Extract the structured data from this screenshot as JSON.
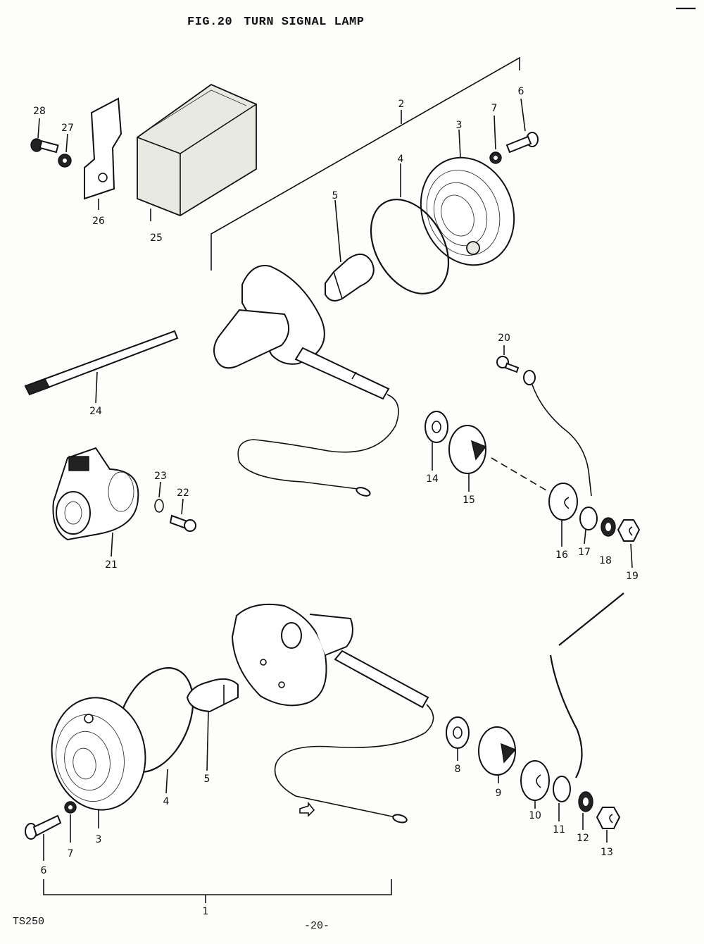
{
  "figure": {
    "fig_number": "FIG.20",
    "title": "TURN SIGNAL LAMP",
    "model": "TS250",
    "page_number": "-20-"
  },
  "callouts": {
    "c1": "1",
    "c2": "2",
    "c3a": "3",
    "c3b": "3",
    "c4a": "4",
    "c4b": "4",
    "c5a": "5",
    "c5b": "5",
    "c6a": "6",
    "c6b": "6",
    "c7a": "7",
    "c7b": "7",
    "c8": "8",
    "c9": "9",
    "c10": "10",
    "c11": "11",
    "c12": "12",
    "c13": "13",
    "c14": "14",
    "c15": "15",
    "c16": "16",
    "c17": "17",
    "c18": "18",
    "c19": "19",
    "c20": "20",
    "c21": "21",
    "c22": "22",
    "c23": "23",
    "c24": "24",
    "c25": "25",
    "c26": "26",
    "c27": "27",
    "c28": "28"
  }
}
